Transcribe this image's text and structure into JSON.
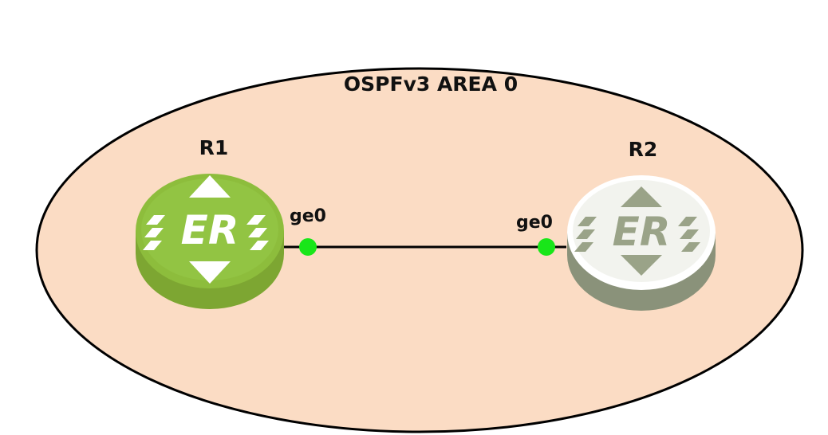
{
  "area": {
    "title": "OSPFv3 AREA 0",
    "fill_color": "#fbdcc4"
  },
  "routers": [
    {
      "name": "R1",
      "logo": "ER",
      "color": "#8dbd3c",
      "icon": "router-icon"
    },
    {
      "name": "R2",
      "logo": "ER",
      "color": "#9aa388",
      "icon": "router-icon"
    }
  ],
  "link": {
    "a_interface": "ge0",
    "b_interface": "ge0",
    "status_color": "#19e619"
  }
}
